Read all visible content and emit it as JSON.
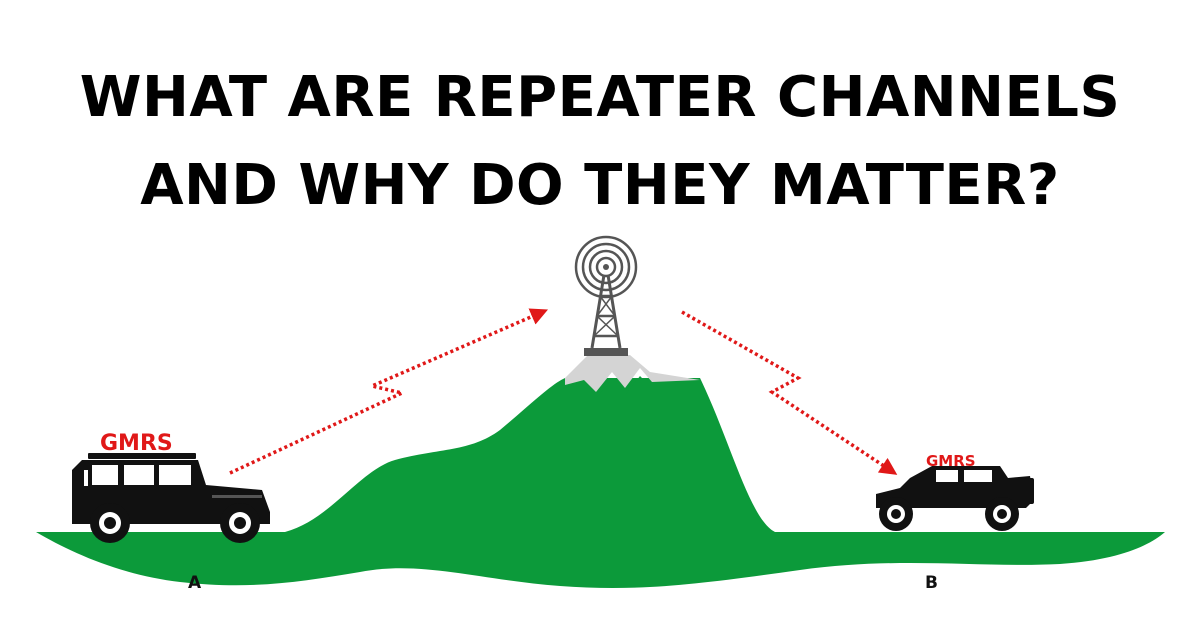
{
  "title": {
    "line1": "WHAT ARE REPEATER CHANNELS",
    "line2": "AND WHY DO THEY MATTER?"
  },
  "vehicles": {
    "left_badge": "GMRS",
    "right_badge": "GMRS"
  },
  "points": {
    "a": "A",
    "b": "B"
  },
  "colors": {
    "mountain": "#0c9a3a",
    "signal": "#e01818",
    "snow": "#d4d4d4",
    "vehicle": "#111111"
  },
  "icons": {
    "tower": "radio-tower-icon",
    "signal_up": "signal-arrow-icon",
    "signal_down": "signal-arrow-icon"
  }
}
